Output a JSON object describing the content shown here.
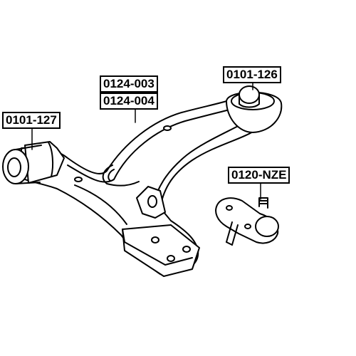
{
  "diagram": {
    "part_numbers": [
      {
        "id": "bushing-front",
        "text": "0101-127"
      },
      {
        "id": "arm-left",
        "text": "0124-003"
      },
      {
        "id": "arm-right",
        "text": "0124-004"
      },
      {
        "id": "bushing-rear",
        "text": "0101-126"
      },
      {
        "id": "ball-joint",
        "text": "0120-NZE"
      }
    ]
  }
}
